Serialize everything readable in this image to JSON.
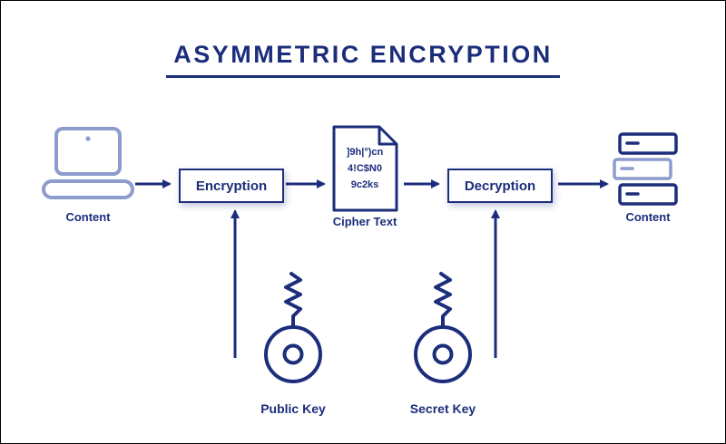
{
  "title": "ASYMMETRIC ENCRYPTION",
  "colors": {
    "navy": "#1c2e7b",
    "light_blue": "#8d9bce",
    "white": "#ffffff"
  },
  "nodes": {
    "source": {
      "label": "Content"
    },
    "encryption": {
      "label": "Encryption"
    },
    "cipher": {
      "label": "Cipher Text",
      "lines": [
        "]9h|°)cn",
        "4!C$N0",
        "9c2ks"
      ]
    },
    "decryption": {
      "label": "Decryption"
    },
    "destination": {
      "label": "Content"
    },
    "public_key": {
      "label": "Public Key"
    },
    "secret_key": {
      "label": "Secret Key"
    }
  }
}
